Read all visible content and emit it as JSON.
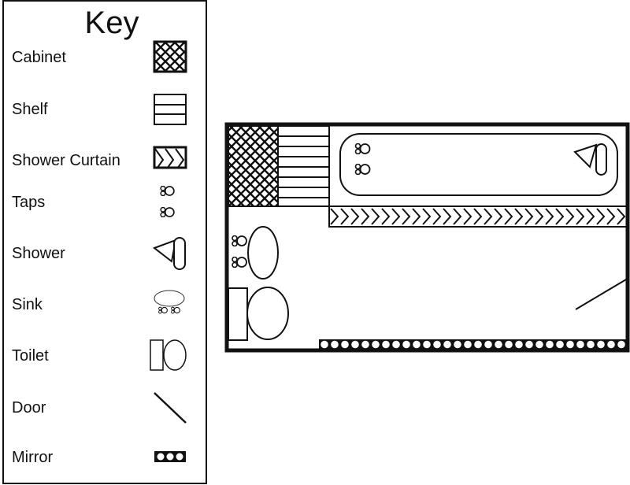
{
  "key": {
    "title": "Key",
    "items": [
      {
        "label": "Cabinet",
        "icon": "cabinet-icon"
      },
      {
        "label": "Shelf",
        "icon": "shelf-icon"
      },
      {
        "label": "Shower Curtain",
        "icon": "shower-curtain-icon"
      },
      {
        "label": "Taps",
        "icon": "taps-icon"
      },
      {
        "label": "Shower",
        "icon": "shower-icon"
      },
      {
        "label": "Sink",
        "icon": "sink-icon"
      },
      {
        "label": "Toilet",
        "icon": "toilet-icon"
      },
      {
        "label": "Door",
        "icon": "door-icon"
      },
      {
        "label": "Mirror",
        "icon": "mirror-icon"
      }
    ]
  },
  "colors": {
    "line": "#111111",
    "background": "#ffffff"
  }
}
